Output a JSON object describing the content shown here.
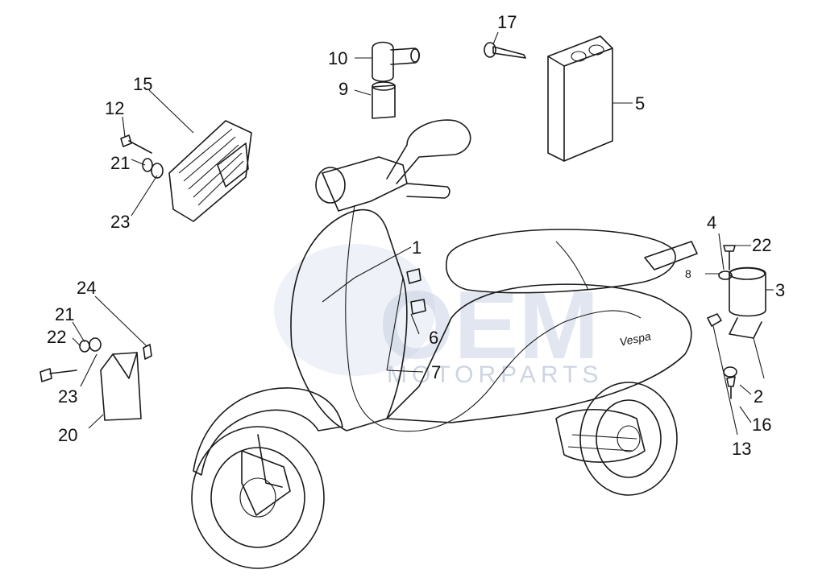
{
  "watermark": {
    "brand": "OEM",
    "subtitle": "MOTORPARTS",
    "color": "#c9d3e4"
  },
  "callouts": {
    "c1": "1",
    "c2": "2",
    "c3": "3",
    "c4": "4",
    "c5": "5",
    "c6": "6",
    "c7": "7",
    "c8": "8",
    "c9": "9",
    "c10": "10",
    "c12": "12",
    "c13": "13",
    "c15": "15",
    "c16": "16",
    "c17": "17",
    "c20": "20",
    "c21a": "21",
    "c21b": "21",
    "c22a": "22",
    "c22b": "22",
    "c23a": "23",
    "c23b": "23",
    "c24": "24"
  },
  "badge_text": "Vespa"
}
